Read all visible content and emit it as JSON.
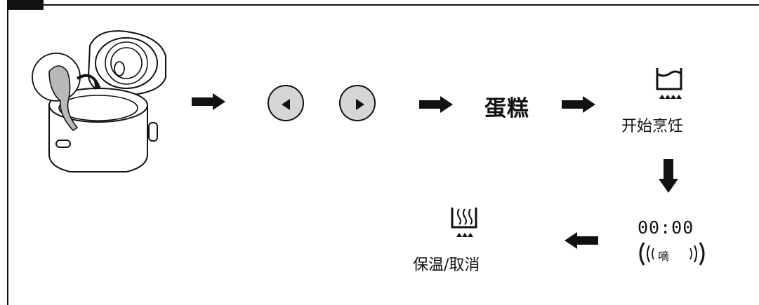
{
  "steps": {
    "cake_label": "蛋糕",
    "start_cooking_label": "开始烹饪",
    "timer_display": "00:00",
    "beep_label": "嘀",
    "keep_warm_cancel_label": "保温/取消"
  },
  "buttons": {
    "left_icon": "triangle-left-icon",
    "right_icon": "triangle-right-icon"
  },
  "icons": {
    "cooker": "rice-cooker-icon",
    "cook_pot": "cooking-pot-icon",
    "warm_pot": "keep-warm-pot-icon",
    "arrow": "arrow-icon"
  },
  "colors": {
    "ink": "#111111",
    "button_fill": "#d6d6d6",
    "accent_gray": "#b9b9b9"
  }
}
